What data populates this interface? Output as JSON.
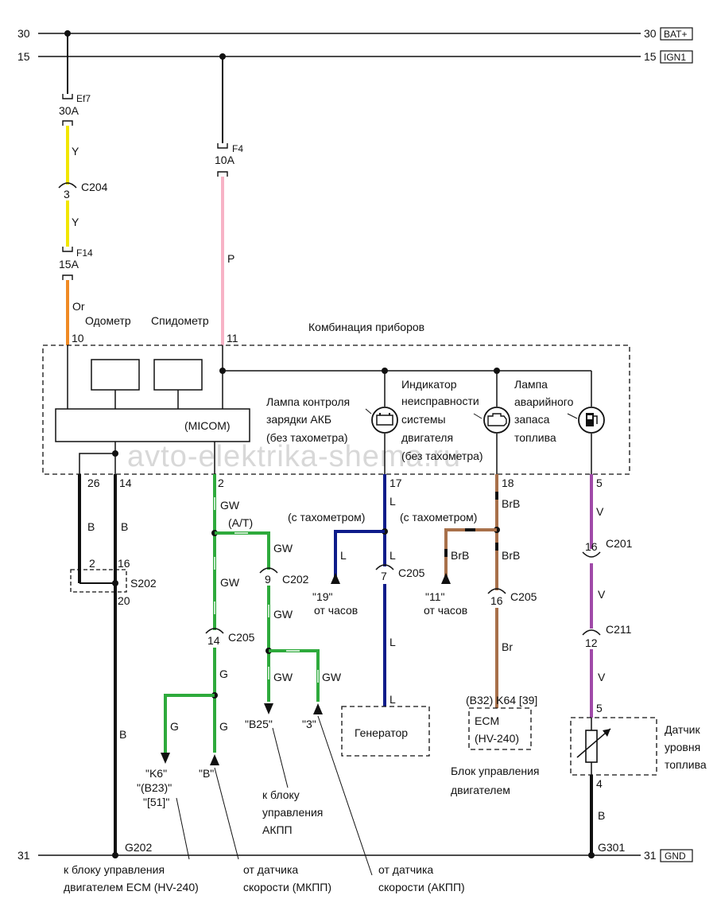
{
  "watermark": "avto-elektrika-shema.ru",
  "rails": {
    "top": {
      "num_left": "30",
      "num_right": "30",
      "tag": "BAT+"
    },
    "ign": {
      "num_left": "15",
      "num_right": "15",
      "tag": "IGN1"
    },
    "gnd": {
      "num_left": "31",
      "num_right": "31",
      "tag": "GND"
    }
  },
  "fuses": {
    "ef7": {
      "name": "Ef7",
      "rating": "30A"
    },
    "f4": {
      "name": "F4",
      "rating": "10A"
    },
    "f14": {
      "name": "F14",
      "rating": "15A"
    }
  },
  "connectors": {
    "c204": {
      "pin": "3",
      "name": "C204"
    },
    "c202": {
      "pin": "9",
      "name": "C202"
    },
    "c205_gen": {
      "pin": "7",
      "name": "C205"
    },
    "c205_ecu": {
      "pin": "16",
      "name": "C205"
    },
    "c205_spd": {
      "pin": "14",
      "name": "C205"
    },
    "c201": {
      "pin": "16",
      "name": "C201"
    },
    "c211": {
      "pin": "12",
      "name": "C211"
    },
    "s202": {
      "name": "S202",
      "pin_a": "2",
      "pin_b": "16",
      "pin_c": "20"
    }
  },
  "wire_colors": {
    "Y": "#f2e600",
    "Or": "#f08a24",
    "P": "#f7b3c6",
    "B": "#111111",
    "GW": "#2eaa3c",
    "G": "#2eaa3c",
    "L": "#0e1c8a",
    "BrB": "#a8704a",
    "Br": "#a8704a",
    "V": "#a04aa8"
  },
  "wire_labels": {
    "y1": "Y",
    "y2": "Y",
    "or": "Or",
    "p": "P",
    "b26": "B",
    "b14": "B",
    "b_main": "B",
    "gw1": "GW",
    "gw2": "GW",
    "gw_at": "GW",
    "gw_c202": "GW",
    "gw_b25": "GW",
    "gw_3": "GW",
    "g1": "G",
    "g_left": "G",
    "g_b": "G",
    "l17": "L",
    "l_clock": "L",
    "l_gen1": "L",
    "l_gen2": "L",
    "brb18": "BrB",
    "brb_clock": "BrB",
    "brb2": "BrB",
    "br": "Br",
    "v5": "V",
    "v2": "V",
    "v3": "V",
    "b_sensor": "B"
  },
  "instrument_cluster": {
    "title": "Комбинация приборов",
    "odometer": "Одометр",
    "speedometer": "Спидометр",
    "micom": "(MICOM)",
    "pin_10": "10",
    "pin_11": "11",
    "charge_lamp": [
      "Лампа контроля",
      "зарядки АКБ",
      "(без тахометра)"
    ],
    "mil_lamp": [
      "Индикатор",
      "неисправности",
      "системы",
      "двигателя",
      "(без тахометра)"
    ],
    "fuel_lamp": [
      "Лампа",
      "аварийного",
      "запаса",
      "топлива"
    ]
  },
  "pins_bottom": {
    "p26": "26",
    "p14": "14",
    "p2": "2",
    "p17": "17",
    "p18": "18",
    "p5": "5"
  },
  "labels": {
    "at": "(A/T)",
    "with_tach_1": "(с тахометром)",
    "with_tach_2": "(с тахометром)",
    "pin19": "\"19\"",
    "from_clock_1": "от часов",
    "pin11": "\"11\"",
    "from_clock_2": "от часов",
    "k6": "\"K6\"",
    "b23": "\"(B23)\"",
    "p51": "\"[51]\"",
    "b_quote": "\"B\"",
    "b25": "\"B25\"",
    "q3": "\"3\"",
    "generator": "Генератор",
    "ecm_pins": "(B32)  K64 [39]",
    "ecm": "ECM",
    "ecm_model": "(HV-240)",
    "ecu_caption": [
      "Блок управления",
      "двигателем"
    ],
    "sensor_pin_top": "5",
    "sensor_pin_bottom": "4",
    "sensor": [
      "Датчик",
      "уровня",
      "топлива"
    ],
    "to_atcu": [
      "к блоку",
      "управления",
      "АКПП"
    ],
    "to_ecm": [
      "к блоку управления",
      "двигателем ECM (HV-240)"
    ],
    "from_sensor_mt": [
      "от датчика",
      "скорости (МКПП)"
    ],
    "from_sensor_at": [
      "от датчика",
      "скорости (АКПП)"
    ],
    "g202": "G202",
    "g301": "G301"
  }
}
